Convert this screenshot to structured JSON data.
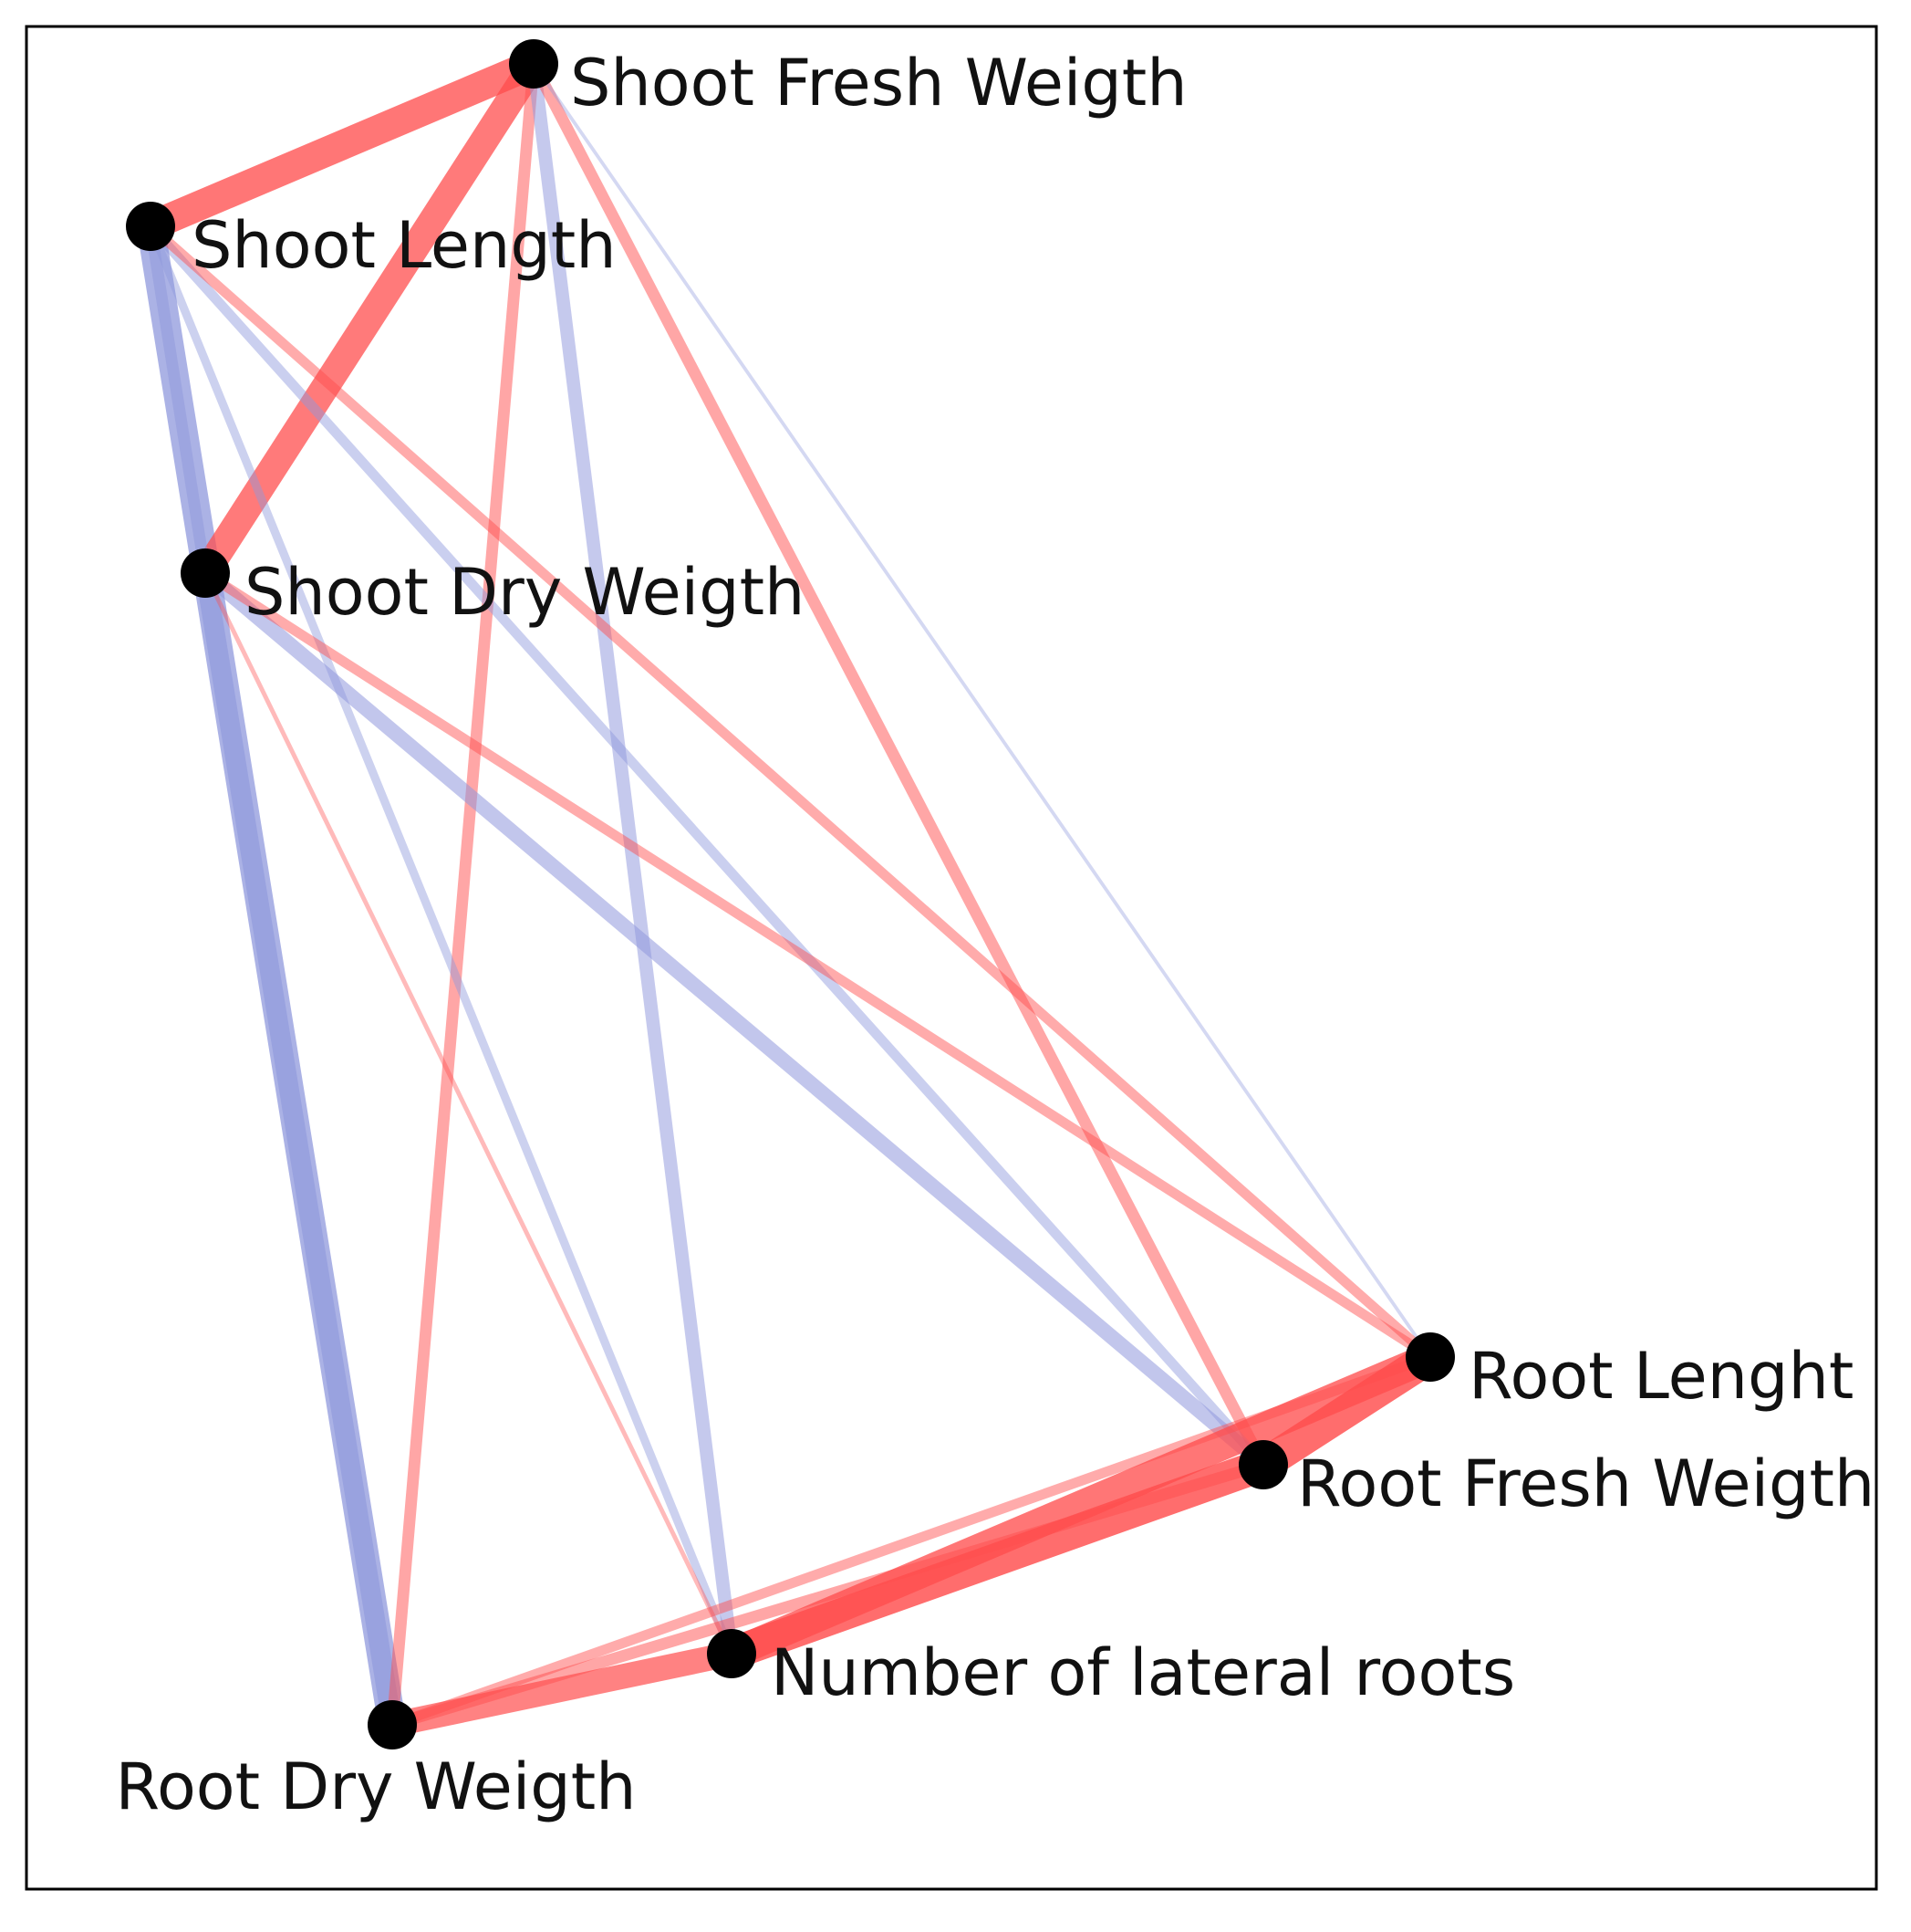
{
  "nodes": [
    {
      "id": "shoot_fresh_weigth",
      "label": "Shoot Fresh Weigth"
    },
    {
      "id": "shoot_length",
      "label": "Shoot Length"
    },
    {
      "id": "shoot_dry_weigth",
      "label": "Shoot Dry Weigth"
    },
    {
      "id": "root_lenght",
      "label": "Root Lenght"
    },
    {
      "id": "root_fresh_weigth",
      "label": "Root Fresh Weigth"
    },
    {
      "id": "number_of_lateral_roots",
      "label": "Number of lateral roots"
    },
    {
      "id": "root_dry_weigth",
      "label": "Root Dry Weigth"
    }
  ],
  "edges": [
    {
      "source": "shoot_length",
      "target": "root_dry_weigth",
      "sign": "negative",
      "strength": 0.8
    },
    {
      "source": "shoot_length",
      "target": "shoot_fresh_weigth",
      "sign": "positive",
      "strength": 0.85
    },
    {
      "source": "shoot_fresh_weigth",
      "target": "shoot_dry_weigth",
      "sign": "positive",
      "strength": 0.8
    },
    {
      "source": "shoot_dry_weigth",
      "target": "root_dry_weigth",
      "sign": "negative",
      "strength": 0.55
    },
    {
      "source": "shoot_length",
      "target": "shoot_dry_weigth",
      "sign": "negative",
      "strength": 0.3
    },
    {
      "source": "shoot_fresh_weigth",
      "target": "root_dry_weigth",
      "sign": "positive",
      "strength": 0.3
    },
    {
      "source": "shoot_fresh_weigth",
      "target": "number_of_lateral_roots",
      "sign": "negative",
      "strength": 0.35
    },
    {
      "source": "shoot_fresh_weigth",
      "target": "root_fresh_weigth",
      "sign": "positive",
      "strength": 0.3
    },
    {
      "source": "shoot_fresh_weigth",
      "target": "root_lenght",
      "sign": "negative",
      "strength": 0.05
    },
    {
      "source": "shoot_length",
      "target": "root_fresh_weigth",
      "sign": "negative",
      "strength": 0.25
    },
    {
      "source": "shoot_length",
      "target": "root_lenght",
      "sign": "positive",
      "strength": 0.25
    },
    {
      "source": "shoot_length",
      "target": "number_of_lateral_roots",
      "sign": "negative",
      "strength": 0.2
    },
    {
      "source": "shoot_dry_weigth",
      "target": "root_fresh_weigth",
      "sign": "negative",
      "strength": 0.4
    },
    {
      "source": "shoot_dry_weigth",
      "target": "root_lenght",
      "sign": "positive",
      "strength": 0.25
    },
    {
      "source": "shoot_dry_weigth",
      "target": "number_of_lateral_roots",
      "sign": "positive",
      "strength": 0.08
    },
    {
      "source": "root_lenght",
      "target": "root_fresh_weigth",
      "sign": "positive",
      "strength": 0.95
    },
    {
      "source": "root_fresh_weigth",
      "target": "number_of_lateral_roots",
      "sign": "positive",
      "strength": 0.95
    },
    {
      "source": "root_lenght",
      "target": "number_of_lateral_roots",
      "sign": "positive",
      "strength": 0.85
    },
    {
      "source": "number_of_lateral_roots",
      "target": "root_dry_weigth",
      "sign": "positive",
      "strength": 0.7
    },
    {
      "source": "root_fresh_weigth",
      "target": "root_dry_weigth",
      "sign": "positive",
      "strength": 0.3
    },
    {
      "source": "root_lenght",
      "target": "root_dry_weigth",
      "sign": "positive",
      "strength": 0.25
    }
  ],
  "colors": {
    "positive": "#ff4d4d",
    "negative": "#8f98dc",
    "node": "#000000",
    "frame": "#000000"
  }
}
